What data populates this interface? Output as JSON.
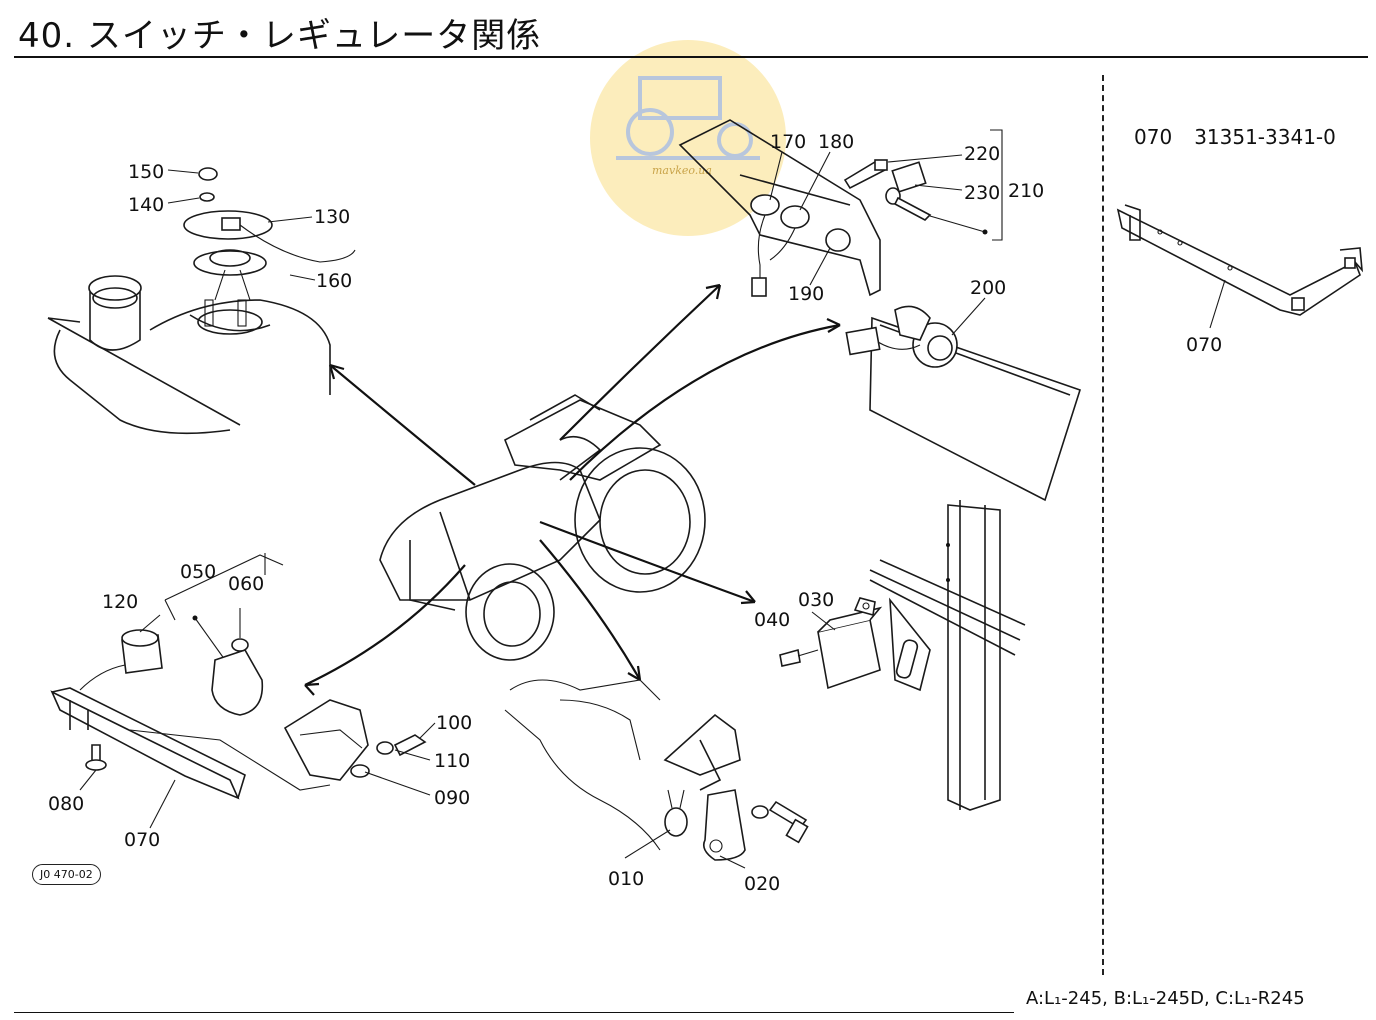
{
  "title": "40. スイッチ・レギュレータ関係",
  "part_reference": {
    "number": "070",
    "part_no": "31351-3341-0"
  },
  "diagram_code": "J0 470-02",
  "models": "A:L₁-245,  B:L₁-245D,  C:L₁-R245",
  "watermark_text": "mavkeo.ua",
  "callouts": {
    "c150": "150",
    "c140": "140",
    "c130": "130",
    "c160": "160",
    "c170": "170",
    "c180": "180",
    "c220": "220",
    "c230": "230",
    "c210": "210",
    "c190": "190",
    "c200": "200",
    "c050": "050",
    "c060": "060",
    "c120": "120",
    "c080": "080",
    "c070a": "070",
    "c100": "100",
    "c110": "110",
    "c090": "090",
    "c040": "040",
    "c030": "030",
    "c010": "010",
    "c020": "020",
    "c070b": "070"
  }
}
